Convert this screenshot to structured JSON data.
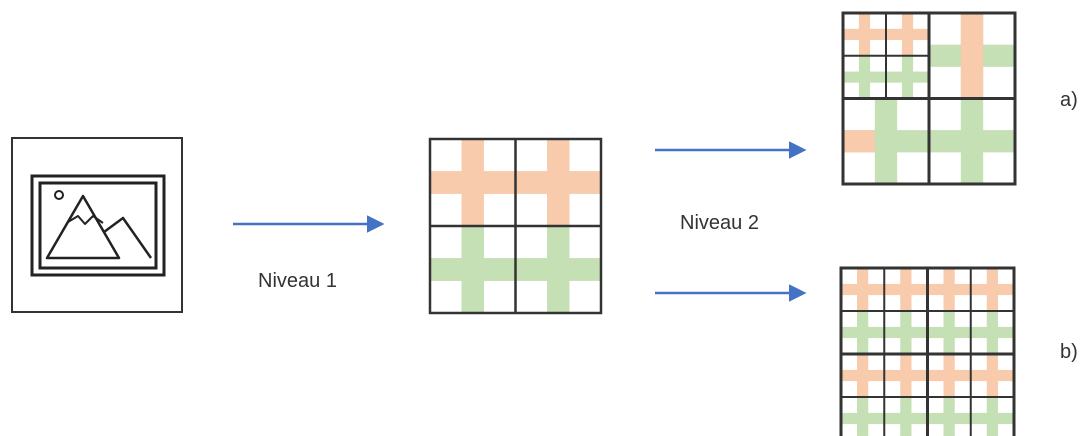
{
  "labels": {
    "level1": "Niveau 1",
    "level2": "Niveau 2",
    "option_a": "a)",
    "option_b": "b)"
  },
  "icons": [
    "image-icon"
  ],
  "colors": {
    "orange": "#F8CBAD",
    "green": "#C5E0B4",
    "arrow": "#4472C4",
    "grid": "#333333"
  },
  "quadrant_colors": [
    "orange",
    "orange",
    "green",
    "green"
  ]
}
